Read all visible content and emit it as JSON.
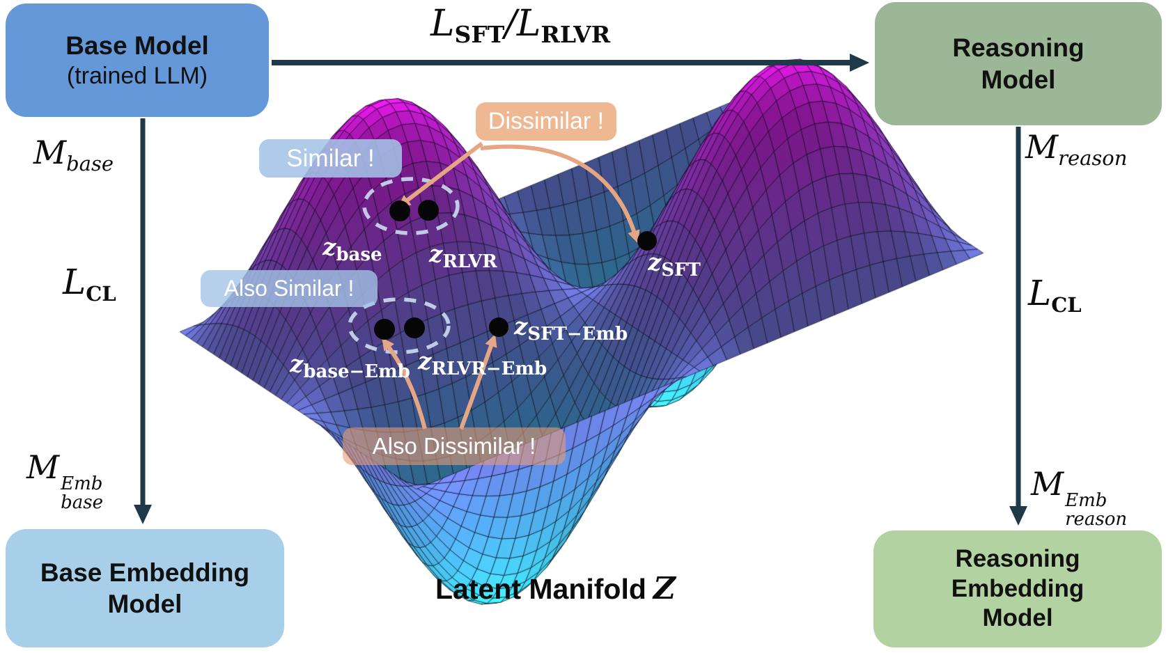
{
  "colors": {
    "base-box": "#6598d9",
    "reason-box": "#9bb795",
    "base-emb-box": "#a8cfe9",
    "reason-emb-box": "#b3d2a1",
    "arrow-dark": "#1e3a49",
    "arrow-peach": "#e7a683",
    "pill-blue": "rgba(164,196,230,0.88)",
    "pill-blue2": "rgba(164,196,230,0.80)",
    "pill-peach": "#eeb893",
    "pill-peach2": "rgba(229,157,119,0.60)",
    "dash-circle": "#c9d8ee"
  },
  "boxes": {
    "base_model": {
      "title": "Base Model",
      "subtitle": "(trained LLM)"
    },
    "reasoning_model": {
      "title": "Reasoning Model"
    },
    "base_embedding_model": {
      "title": "Base Embedding Model"
    },
    "reasoning_embedding_model": {
      "title": "Reasoning Embedding Model"
    }
  },
  "edges": {
    "top": {
      "loss_a": {
        "sym": "L",
        "sub": "SFT"
      },
      "separator": "/",
      "loss_b": {
        "sym": "L",
        "sub": "RLVR"
      }
    },
    "left": {
      "map_top": {
        "sym": "M",
        "sub": "base"
      },
      "loss": {
        "sym": "L",
        "sub": "CL"
      },
      "map_bottom": {
        "sym": "M",
        "sup": "Emb",
        "sub": "base"
      }
    },
    "right": {
      "map_top": {
        "sym": "M",
        "sub": "reason"
      },
      "loss": {
        "sym": "L",
        "sub": "CL"
      },
      "map_bottom": {
        "sym": "M",
        "sup": "Emb",
        "sub": "reason"
      }
    }
  },
  "callouts": {
    "similar": "Similar !",
    "dissimilar": "Dissimilar !",
    "also_similar": "Also Similar !",
    "also_dissimilar": "Also Dissimilar !"
  },
  "points": {
    "base": {
      "sym": "z",
      "sub": "base"
    },
    "rlvr": {
      "sym": "z",
      "sub": "RLVR"
    },
    "sft": {
      "sym": "z",
      "sub": "SFT"
    },
    "base_emb": {
      "sym": "z",
      "sub": "base−Emb"
    },
    "rlvr_emb": {
      "sym": "z",
      "sub": "RLVR−Emb"
    },
    "sft_emb": {
      "sym": "z",
      "sub": "SFT−Emb"
    }
  },
  "caption": {
    "text": "Latent Manifold",
    "symbol": "Z"
  },
  "manifold": {
    "colormap": [
      [
        0.0,
        "#3ce2f0"
      ],
      [
        0.32,
        "#55a0ea"
      ],
      [
        0.55,
        "#7b74e6"
      ],
      [
        0.75,
        "#a64ae4"
      ],
      [
        0.9,
        "#cf25e6"
      ],
      [
        1.0,
        "#ee1af2"
      ]
    ]
  }
}
